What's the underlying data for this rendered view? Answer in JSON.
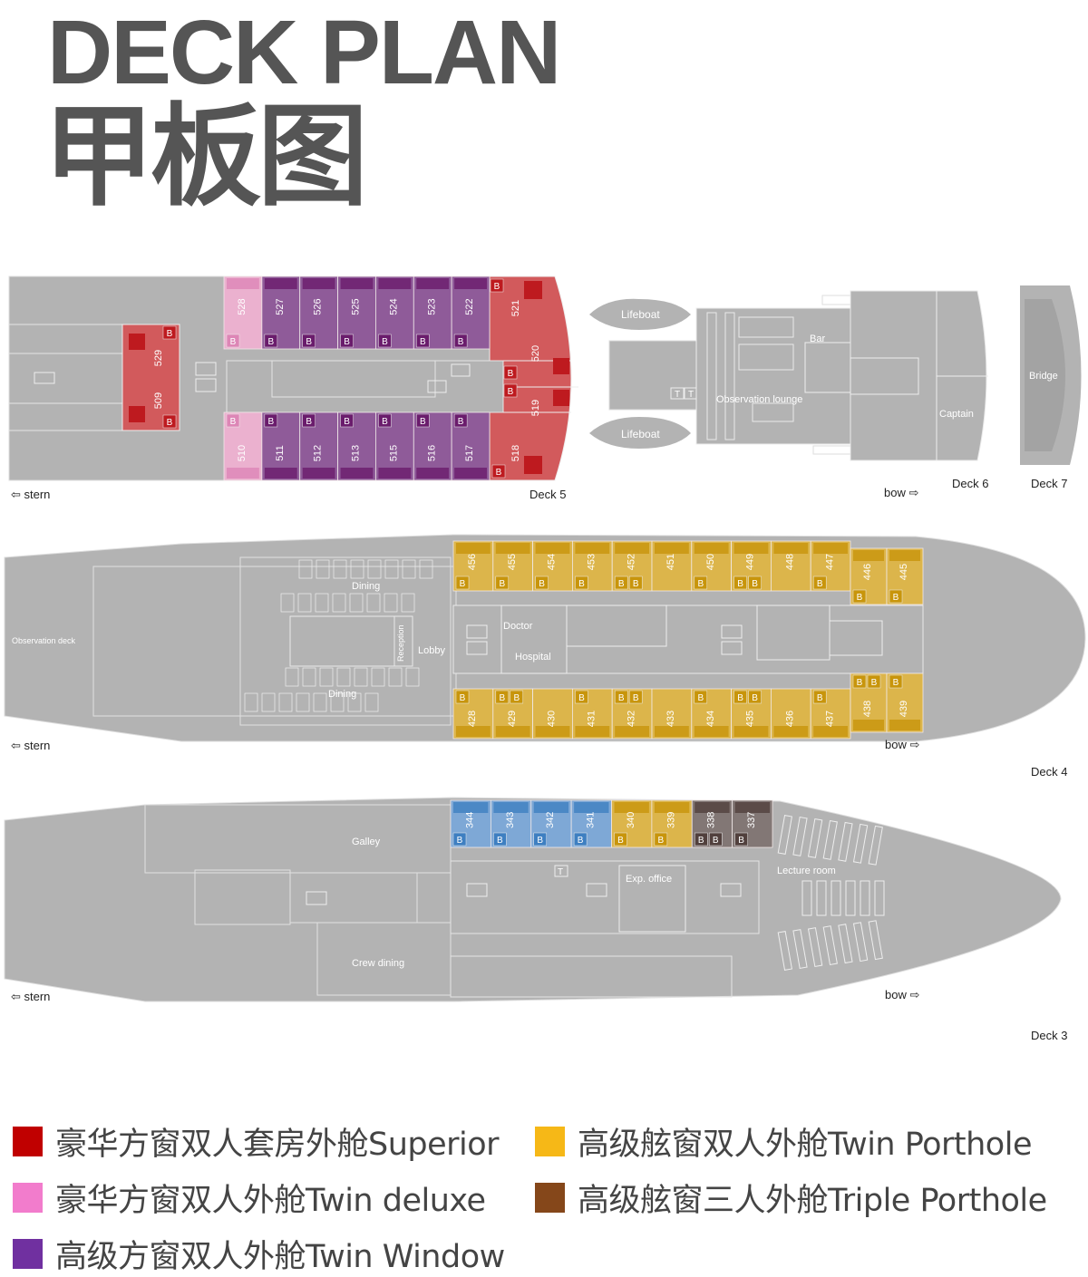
{
  "title": {
    "en": "DECK PLAN",
    "cn": "甲板图"
  },
  "bed_label": "B",
  "directions": {
    "stern": "⇦ stern",
    "bow": "bow ⇨"
  },
  "colors": {
    "superior": {
      "legend": "#c00000",
      "fill": "#d25a5c",
      "dark": "#be1a1f"
    },
    "twin_deluxe": {
      "legend": "#f27ccc",
      "fill": "#ebb1cf",
      "dark": "#dd86b6"
    },
    "twin_window": {
      "legend": "#7030a0",
      "fill": "#8f5b99",
      "dark": "#6a1c6c"
    },
    "twin_porthole": {
      "legend": "#f6b817",
      "fill": "#dcb54b",
      "dark": "#c8950b"
    },
    "triple_porthole": {
      "legend": "#85471a",
      "fill": "#827775",
      "dark": "#51403d"
    },
    "blue": {
      "fill": "#7ea8d6",
      "dark": "#3e7fc1"
    },
    "hull": "#b3b3b3"
  },
  "deck5": {
    "label": "Deck 5",
    "top": [
      {
        "no": "528",
        "type": "twin_deluxe",
        "b": 1
      },
      {
        "no": "527",
        "type": "twin_window",
        "b": 1
      },
      {
        "no": "526",
        "type": "twin_window",
        "b": 1
      },
      {
        "no": "525",
        "type": "twin_window",
        "b": 1
      },
      {
        "no": "524",
        "type": "twin_window",
        "b": 1
      },
      {
        "no": "523",
        "type": "twin_window",
        "b": 1
      },
      {
        "no": "522",
        "type": "twin_window",
        "b": 1
      }
    ],
    "bottom": [
      {
        "no": "510",
        "type": "twin_deluxe",
        "b": 1
      },
      {
        "no": "511",
        "type": "twin_window",
        "b": 1
      },
      {
        "no": "512",
        "type": "twin_window",
        "b": 1
      },
      {
        "no": "513",
        "type": "twin_window",
        "b": 1
      },
      {
        "no": "515",
        "type": "twin_window",
        "b": 1
      },
      {
        "no": "516",
        "type": "twin_window",
        "b": 1
      },
      {
        "no": "517",
        "type": "twin_window",
        "b": 1
      }
    ],
    "bow_cabins": [
      "521",
      "520",
      "519",
      "518"
    ],
    "stern_cabins": [
      "529",
      "509"
    ]
  },
  "deck6": {
    "label": "Deck 6",
    "lifeboat": "Lifeboat",
    "lounge": "Observation lounge",
    "bar": "Bar",
    "captain": "Captain",
    "toilet": "T"
  },
  "deck7": {
    "label": "Deck 7",
    "bridge": "Bridge"
  },
  "deck4": {
    "label": "Deck 4",
    "rooms": {
      "observation_deck": "Observation deck",
      "dining": "Dining",
      "reception": "Reception",
      "lobby": "Lobby",
      "doctor": "Doctor",
      "hospital": "Hospital"
    },
    "top": [
      {
        "no": "456",
        "b": 1
      },
      {
        "no": "455",
        "b": 1
      },
      {
        "no": "454",
        "b": 1
      },
      {
        "no": "453",
        "b": 1
      },
      {
        "no": "452",
        "b": 2
      },
      {
        "no": "451",
        "b": 0
      },
      {
        "no": "450",
        "b": 1
      },
      {
        "no": "449",
        "b": 2
      },
      {
        "no": "448",
        "b": 0
      },
      {
        "no": "447",
        "b": 1
      },
      {
        "no": "446",
        "b": 1
      },
      {
        "no": "445",
        "b": 1
      }
    ],
    "bottom": [
      {
        "no": "428",
        "b": 1
      },
      {
        "no": "429",
        "b": 2
      },
      {
        "no": "430",
        "b": 0
      },
      {
        "no": "431",
        "b": 1
      },
      {
        "no": "432",
        "b": 2
      },
      {
        "no": "433",
        "b": 0
      },
      {
        "no": "434",
        "b": 1
      },
      {
        "no": "435",
        "b": 2
      },
      {
        "no": "436",
        "b": 0
      },
      {
        "no": "437",
        "b": 1
      },
      {
        "no": "438",
        "b": 2
      },
      {
        "no": "439",
        "b": 1
      }
    ]
  },
  "deck3": {
    "label": "Deck 3",
    "rooms": {
      "galley": "Galley",
      "exp_office": "Exp. office",
      "lecture_room": "Lecture room",
      "crew_dining": "Crew dining",
      "toilet": "T"
    },
    "cabins": [
      {
        "no": "344",
        "type": "blue",
        "b": 1
      },
      {
        "no": "343",
        "type": "blue",
        "b": 1
      },
      {
        "no": "342",
        "type": "blue",
        "b": 1
      },
      {
        "no": "341",
        "type": "blue",
        "b": 1
      },
      {
        "no": "340",
        "type": "twin_porthole",
        "b": 1
      },
      {
        "no": "339",
        "type": "twin_porthole",
        "b": 1
      },
      {
        "no": "338",
        "type": "triple_porthole",
        "b": 2
      },
      {
        "no": "337",
        "type": "triple_porthole",
        "b": 1
      }
    ]
  },
  "legend": [
    {
      "key": "superior",
      "text": "豪华方窗双人套房外舱Superior"
    },
    {
      "key": "twin_deluxe",
      "text": "豪华方窗双人外舱Twin deluxe"
    },
    {
      "key": "twin_window",
      "text": "高级方窗双人外舱Twin Window"
    },
    {
      "key": "twin_porthole",
      "text": "高级舷窗双人外舱Twin Porthole"
    },
    {
      "key": "triple_porthole",
      "text": "高级舷窗三人外舱Triple Porthole"
    }
  ]
}
